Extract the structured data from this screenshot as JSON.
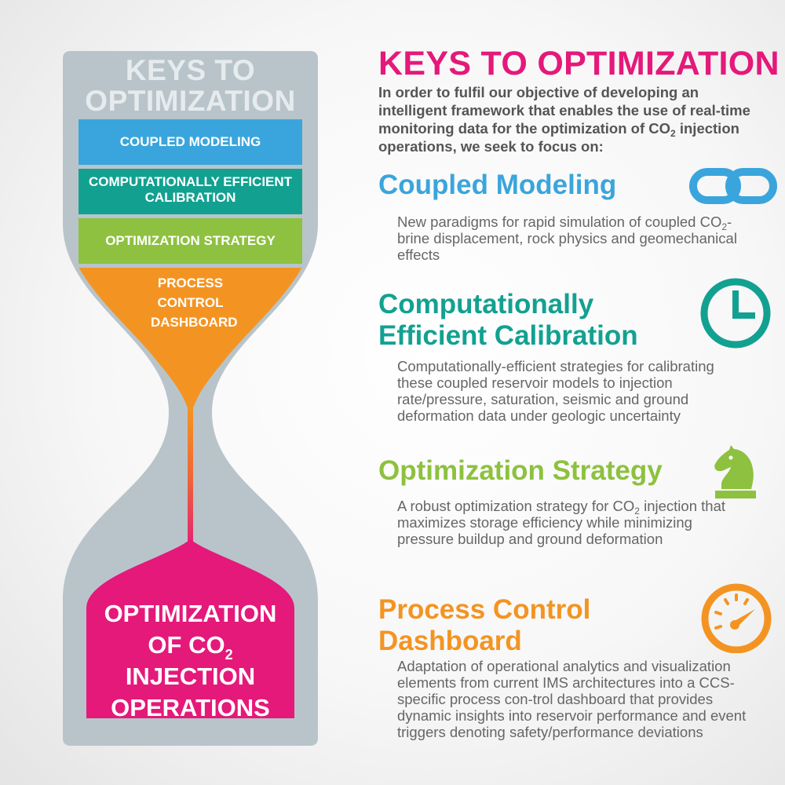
{
  "hourglass": {
    "title_line1": "KEYS TO",
    "title_line2": "OPTIMIZATION",
    "bands": [
      {
        "label": "COUPLED MODELING",
        "color": "#3aa5dc"
      },
      {
        "label": "COMPUTATIONALLY EFFICIENT CALIBRATION",
        "color": "#12a191"
      },
      {
        "label": "OPTIMIZATION STRATEGY",
        "color": "#8dc13f"
      },
      {
        "label": "PROCESS CONTROL DASHBOARD",
        "color": "#f39422"
      }
    ],
    "outcome": {
      "line1": "OPTIMIZATION",
      "line2_pre": "OF CO",
      "line2_sub": "2",
      "line3": "INJECTION",
      "line4": "OPERATIONS",
      "color": "#e4197a"
    },
    "frame_color": "#b9c4ca"
  },
  "main": {
    "title": "KEYS TO OPTIMIZATION",
    "intro_pre": "In order to fulfil our objective of developing an intelligent framework that enables the use of real-time monitoring data for the optimization of CO",
    "intro_sub": "2",
    "intro_post": " injection operations, we seek to focus on:"
  },
  "sections": [
    {
      "title": "Coupled Modeling",
      "color": "#3aa5dc",
      "icon": "chain-link-icon",
      "body_pre": "New paradigms for rapid simulation of coupled CO",
      "body_sub": "2",
      "body_post": "-brine displacement, rock physics and geomechanical effects"
    },
    {
      "title_line1": "Computationally",
      "title_line2": "Efficient Calibration",
      "color": "#12a191",
      "icon": "clock-icon",
      "body": "Computationally-efficient strategies for calibrating these coupled reservoir models to injection rate/pressure, saturation, seismic and ground deformation data under geologic uncertainty"
    },
    {
      "title": "Optimization Strategy",
      "color": "#8dc13f",
      "icon": "chess-knight-icon",
      "body_pre": "A robust optimization strategy for CO",
      "body_sub": "2",
      "body_post": " injection that maximizes storage efficiency while minimizing pressure buildup and ground deformation"
    },
    {
      "title_line1": "Process Control",
      "title_line2": "Dashboard",
      "color": "#f39422",
      "icon": "speedometer-icon",
      "body": "Adaptation of operational analytics and visualization elements from current IMS architectures into a CCS-specific process con-trol dashboard that provides dynamic insights into reservoir performance and event triggers denoting safety/performance deviations"
    }
  ]
}
